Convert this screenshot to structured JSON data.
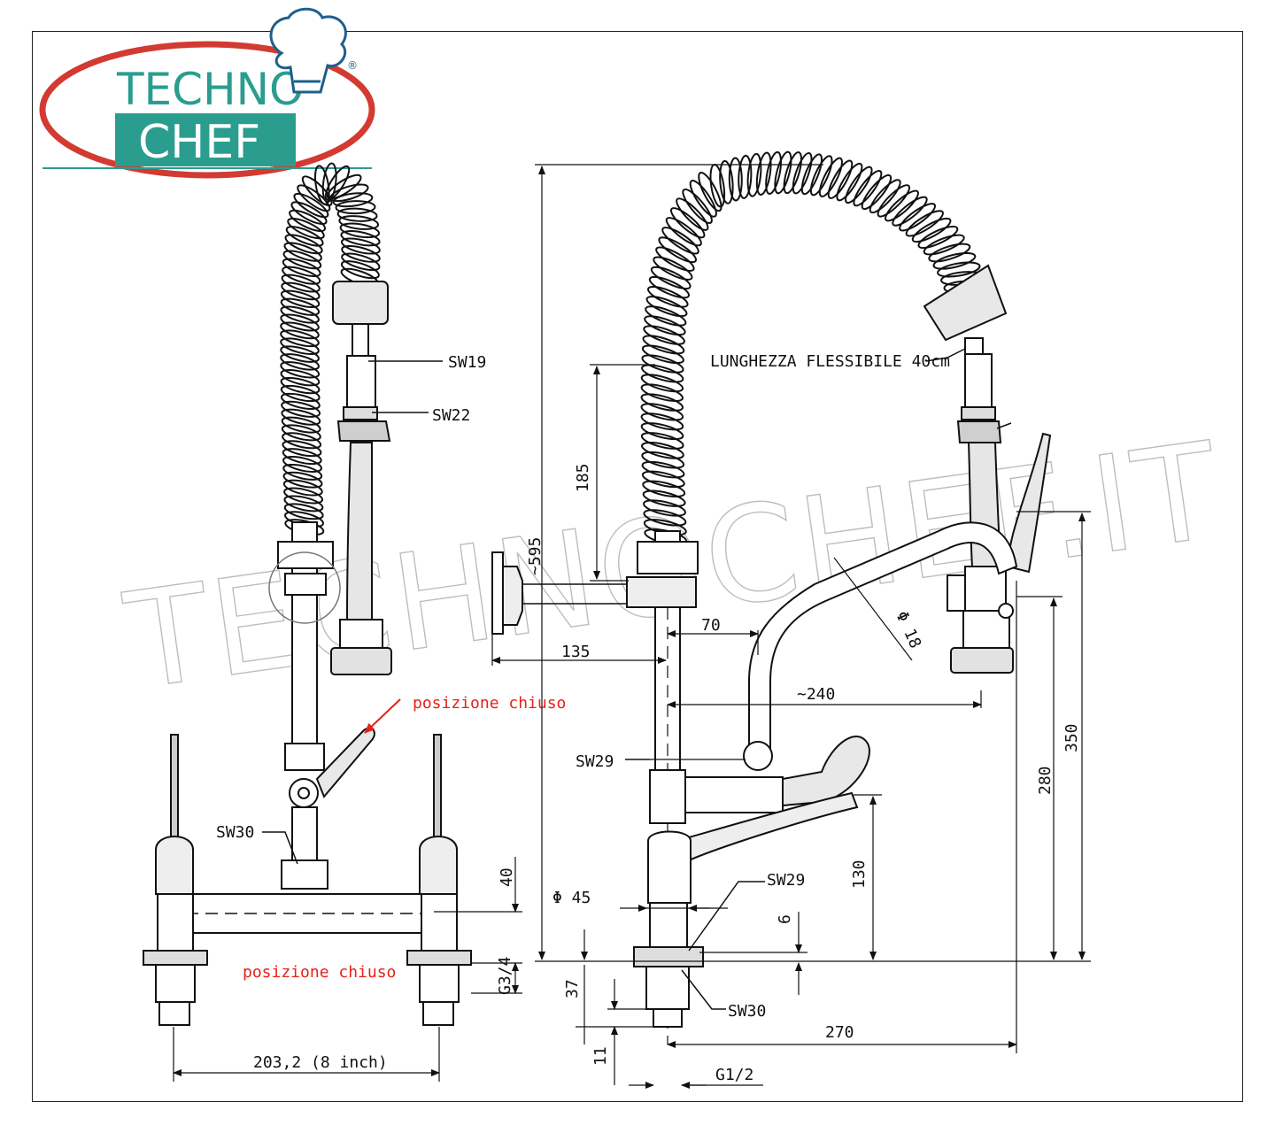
{
  "logo": {
    "line1": "TECHNO",
    "line2": "CHEF",
    "registered": "®",
    "colors": {
      "teal": "#2a9d8f",
      "ring": "#d23a32",
      "hat": "#1f5f8b"
    }
  },
  "watermark": "TECHNOCHEF.IT",
  "left_view": {
    "labels": {
      "sw19": "SW19",
      "sw22": "SW22",
      "sw30": "SW30",
      "closed_top": "posizione chiuso",
      "closed_bottom": "posizione chiuso",
      "dim_40": "40",
      "dim_g34": "G3/4",
      "dim_width": "203,2  (8 inch)"
    }
  },
  "right_view": {
    "labels": {
      "hose_length": "LUNGHEZZA FLESSIBILE 40cm",
      "dim_595": "~595",
      "dim_185": "185",
      "dim_135": "135",
      "dim_70": "70",
      "dim_240": "~240",
      "dim_phi18": "Φ 18",
      "sw29_upper": "SW29",
      "sw29_lower": "SW29",
      "dim_phi45": "Φ  45",
      "dim_6": "6",
      "dim_130": "130",
      "dim_280": "280",
      "dim_350": "350",
      "dim_37": "37",
      "sw30": "SW30",
      "dim_11": "11",
      "dim_270": "270",
      "dim_g12": "G1/2"
    }
  }
}
